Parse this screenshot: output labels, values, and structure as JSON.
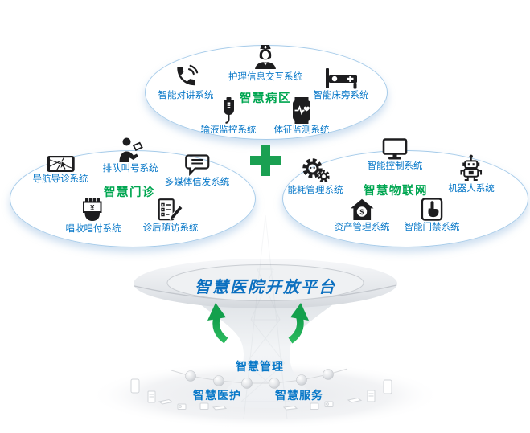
{
  "colors": {
    "label_blue": "#0878c8",
    "platform_blue": "#0c70c0",
    "group_green": "#00a651",
    "plus_green": "#1aa052",
    "arrow_green": "#13a04c",
    "bubble_border": "#a6cbe9"
  },
  "groups": [
    {
      "title": "智慧病区",
      "items": [
        {
          "label": "护理信息交互系统",
          "icon": "nurse-icon"
        },
        {
          "label": "智能对讲系统",
          "icon": "intercom-phone-icon"
        },
        {
          "label": "智能床旁系统",
          "icon": "hospital-bed-icon"
        },
        {
          "label": "输液监控系统",
          "icon": "iv-infusion-icon"
        },
        {
          "label": "体征监测系统",
          "icon": "vitals-wristband-icon"
        }
      ]
    },
    {
      "title": "智慧门诊",
      "items": [
        {
          "label": "排队叫号系统",
          "icon": "queue-person-icon"
        },
        {
          "label": "导航导诊系统",
          "icon": "navigation-tablet-icon"
        },
        {
          "label": "多媒体信发系统",
          "icon": "media-message-icon"
        },
        {
          "label": "唱收唱付系统",
          "icon": "payment-hand-icon"
        },
        {
          "label": "诊后随访系统",
          "icon": "followup-checklist-icon"
        }
      ]
    },
    {
      "title": "智慧物联网",
      "items": [
        {
          "label": "智能控制系统",
          "icon": "control-monitor-icon"
        },
        {
          "label": "能耗管理系统",
          "icon": "energy-gears-icon"
        },
        {
          "label": "机器人系统",
          "icon": "robot-icon"
        },
        {
          "label": "资产管理系统",
          "icon": "asset-house-icon"
        },
        {
          "label": "智能门禁系统",
          "icon": "access-control-icon"
        }
      ]
    }
  ],
  "platform": {
    "title": "智慧医院开放平台"
  },
  "bottom": {
    "labels": [
      "智慧管理",
      "智慧医护",
      "智慧服务"
    ]
  },
  "icon_glyphs": {
    "yen": "¥",
    "dollar": "$"
  }
}
